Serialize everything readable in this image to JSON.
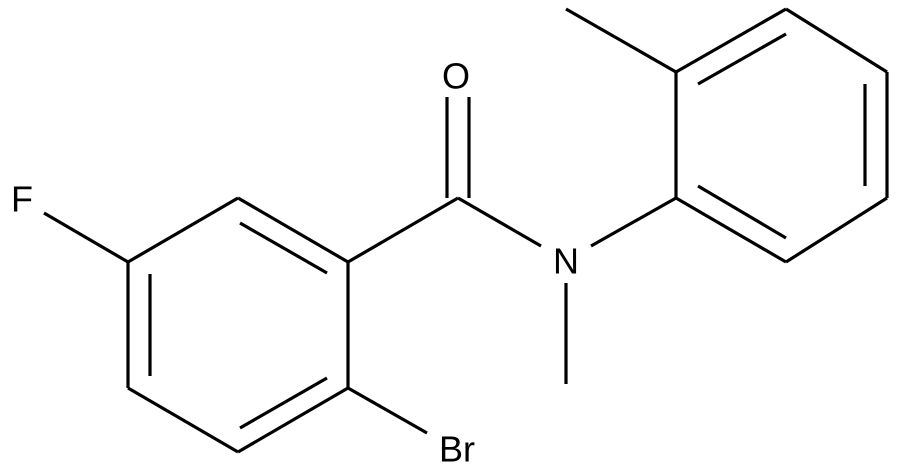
{
  "atom_labels": {
    "fluorine": "F",
    "bromine": "Br",
    "oxygen": "O",
    "nitrogen": "N"
  }
}
